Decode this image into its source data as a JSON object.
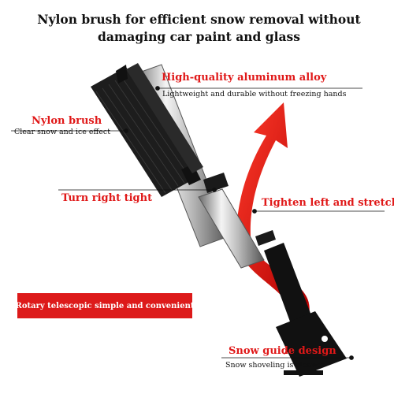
{
  "headline": "Nylon brush for efficient snow removal without damaging car paint and glass",
  "callouts": {
    "aluminum": {
      "title": "High-quality aluminum alloy",
      "desc": "Lightweight and durable without freezing hands"
    },
    "brush": {
      "title": "Nylon brush",
      "desc": "Clear snow and ice effect"
    },
    "turn_right": {
      "title": "Turn right tight"
    },
    "tighten_left": {
      "title": "Tighten left and stretch"
    },
    "snow_guide": {
      "title": "Snow guide design",
      "desc": "Snow shoveling is cleaner"
    }
  },
  "badge": "Rotary telescopic simple and convenient",
  "colors": {
    "accent_red": "#e01818",
    "badge_red": "#dd1a1a",
    "text": "#111111",
    "handle_black": "#111111",
    "metal": "#c9c9c9"
  }
}
